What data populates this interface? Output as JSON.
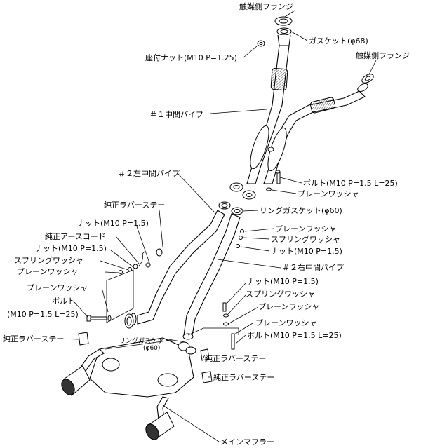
{
  "labels": {
    "cat_flange_top": "触媒側フランジ",
    "gasket_68": "ガスケット(φ68)",
    "seat_nut": "座付ナット(M10 P=1.25)",
    "cat_flange_right": "触媒側フランジ",
    "mid_pipe_1": "＃１中間パイプ",
    "mid_pipe_2_left": "＃２左中間パイプ",
    "bolt_right_top": "ボルト(M10 P=1.5 L=25)",
    "plain_washer_right_top": "プレーンワッシャ",
    "rubber_stay_genuine_top": "純正ラバーステー",
    "ring_gasket_60": "リングガスケット(φ60)",
    "nut_m10_left_1": "ナット(M10 P=1.5)",
    "plain_washer_mid_1": "プレーンワッシャ",
    "earth_cord": "純正アースコード",
    "spring_washer_mid": "スプリングワッシャ",
    "nut_m10_left_2": "ナット(M10 P=1.5)",
    "nut_m10_mid": "ナット(M10 P=1.5)",
    "spring_washer_left": "スプリングワッシャ",
    "plain_washer_left_1": "プレーンワッシャ",
    "mid_pipe_2_right": "＃２右中間パイプ",
    "nut_m10_right": "ナット(M10 P=1.5)",
    "plain_washer_left_2": "プレーンワッシャ",
    "spring_washer_right": "スプリングワッシャ",
    "bolt_left": "ボルト",
    "plain_washer_right_2": "プレーンワッシャ",
    "bolt_left_spec": "(M10 P=1.5 L=25)",
    "plain_washer_right_3": "プレーンワッシャ",
    "rubber_stay_left": "純正ラバーステー",
    "ring_gasket_lower": "リングガスケット",
    "ring_gasket_lower_size": "(φ60)",
    "bolt_right_bottom": "ボルト(M10 P=1.5 L=25)",
    "rubber_stay_mid": "純正ラバーステー",
    "rubber_stay_bottom": "純正ラバーステー",
    "main_muffler": "メインマフラー"
  }
}
